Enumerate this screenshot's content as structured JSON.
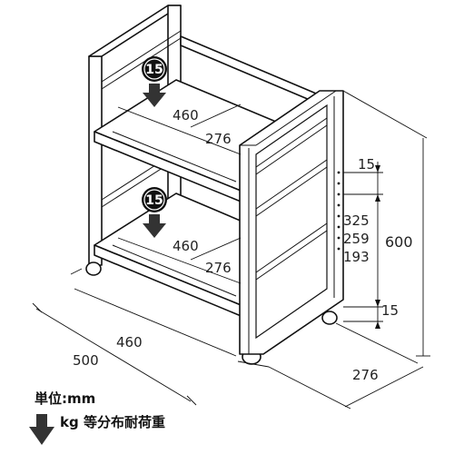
{
  "diagram": {
    "shelf_upper": {
      "load": "15",
      "width": "460",
      "depth": "276"
    },
    "shelf_lower": {
      "load": "15",
      "width": "460",
      "depth": "276"
    },
    "dimensions": {
      "inner_width": "460",
      "outer_width": "500",
      "outer_depth": "276",
      "height": "600",
      "top_gap": "15",
      "bottom_gap": "15",
      "shelf_heights": [
        "325",
        "259",
        "193"
      ]
    },
    "legend": {
      "unit_label": "単位:mm",
      "load_unit": "kg",
      "load_desc": "等分布耐荷重"
    }
  }
}
